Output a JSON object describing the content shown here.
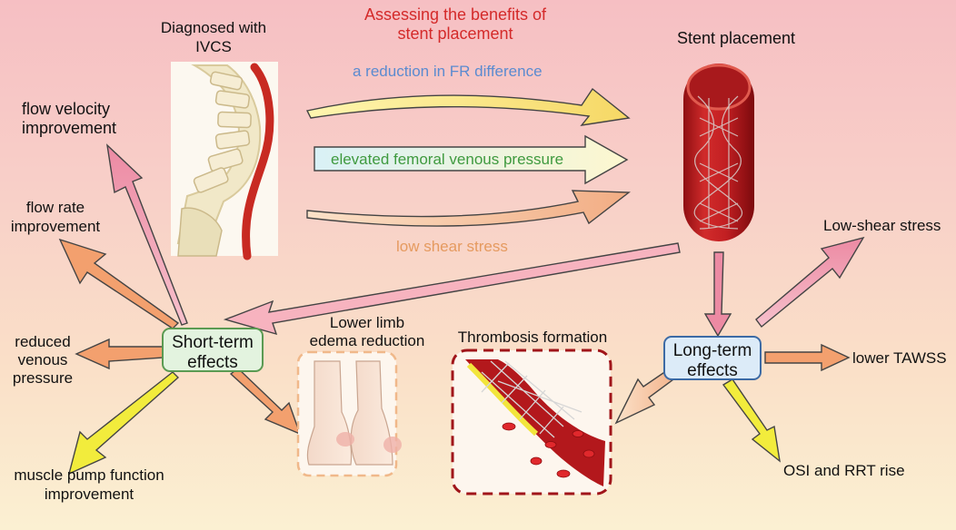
{
  "diagram": {
    "title_line1": "Assessing the benefits of",
    "title_line2": "stent placement",
    "diagnosis_line1": "Diagnosed with",
    "diagnosis_line2": "IVCS",
    "stent_label": "Stent placement",
    "arrow_fr": "a reduction in FR difference",
    "arrow_pressure": "elevated femoral venous pressure",
    "arrow_shear": "low shear stress",
    "short_term": {
      "line1": "Short-term",
      "line2": "effects",
      "outcomes": {
        "velocity_1": "flow velocity",
        "velocity_2": "improvement",
        "flowrate_1": "flow rate",
        "flowrate_2": "improvement",
        "pressure_1": "reduced",
        "pressure_2": "venous",
        "pressure_3": "pressure",
        "muscle_1": "muscle pump function",
        "muscle_2": "improvement"
      }
    },
    "edema_line1": "Lower limb",
    "edema_line2": "edema reduction",
    "thrombosis": "Thrombosis formation",
    "long_term": {
      "line1": "Long-term",
      "line2": "effects",
      "outcomes": {
        "low_shear": "Low-shear stress",
        "tawss": "lower TAWSS",
        "osi": "OSI and RRT rise"
      }
    }
  }
}
